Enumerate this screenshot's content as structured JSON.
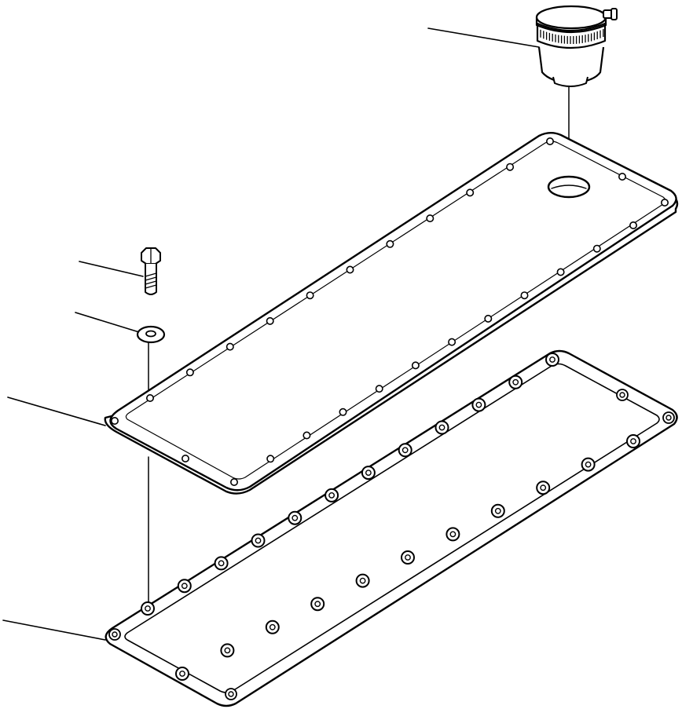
{
  "figure": {
    "kind": "exploded parts view",
    "ink_color": "#000000",
    "paper_color": "#ffffff",
    "callouts": 5,
    "text_labels": []
  },
  "parts": [
    {
      "id": "breather",
      "shape": "cylindrical breather cap with side nipple"
    },
    {
      "id": "bolt",
      "shape": "hex head bolt"
    },
    {
      "id": "washer",
      "shape": "flat washer"
    },
    {
      "id": "cover",
      "shape": "rectangular cover plate with bolt holes and breather opening"
    },
    {
      "id": "gasket",
      "shape": "rectangular gasket with scalloped bolt lugs"
    }
  ]
}
